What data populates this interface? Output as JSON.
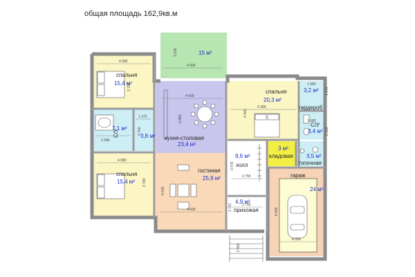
{
  "title": "общая площадь 162,9кв.м",
  "colors": {
    "terrace": "#b7e6b2",
    "bedroom": "#fbf6c4",
    "kitchen": "#c9c6ee",
    "living": "#f9d9b8",
    "bath": "#cdeef5",
    "hall": "#ffffff",
    "pantry": "#f2ee44",
    "garage": "#f6d3b6",
    "garage_inner": "#fdfcd2"
  },
  "rooms": {
    "terrace": {
      "area": "15 м²"
    },
    "bedroom1": {
      "name": "спальня",
      "area": "15,4 м²"
    },
    "bath1": {
      "area": "7,1 м²",
      "name": "С/У"
    },
    "small1": {
      "area": "3,8 м²"
    },
    "bedroom2": {
      "name": "спальня",
      "area": "15,4 м²"
    },
    "kitchen": {
      "name": "кухня-столовая",
      "area": "23,4 м²"
    },
    "living": {
      "name": "гостиная",
      "area": "25,9 м²"
    },
    "hall": {
      "area": "9,6 м²",
      "name": "холл"
    },
    "entry": {
      "area": "4,9 м²",
      "name": "прихожая"
    },
    "bedroom3": {
      "name": "спальня",
      "area": "20,3 м²"
    },
    "wardrobe": {
      "area": "3,2 м²",
      "name": "гардероб"
    },
    "bath2": {
      "name": "С/У",
      "area": "3,4 м²"
    },
    "pantry": {
      "area": "3 м²",
      "name": "кладовая"
    },
    "boiler": {
      "area": "3,5 м²",
      "name": "топочная"
    },
    "garage": {
      "name": "гараж",
      "area": "24 м²"
    }
  },
  "dims": {
    "terrace_h": "3 100",
    "terrace_w": "4 654",
    "bed1_w": "4 080",
    "bed1_h": "3 792",
    "kitchen_w": "4 600",
    "kitchen_h": "4 880",
    "bed3_w": "5 080",
    "bed3_h": "4 000",
    "ward_w": "1 680",
    "ward_h": "1 876",
    "bath2_w": "1 680",
    "bath2_h": "2 150",
    "bath1_w": "2 586",
    "small1_w": "1 372",
    "small1_h": "2 760",
    "bed2_w": "4 080",
    "bed2_h": "3 780",
    "living_h": "5 600",
    "living_w": "4 600",
    "hall_h": "3 478",
    "hall_w": "2 755",
    "entry_h": "1 781",
    "entry_w": "2 755",
    "garage_h": "6 000",
    "garage_w": "4 006",
    "porch_h": "2 550"
  }
}
